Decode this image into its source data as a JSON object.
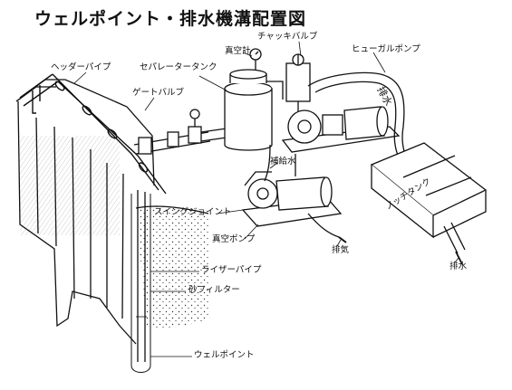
{
  "title": "ウェルポイント・排水機溝配置図",
  "labels": {
    "header_pipe": "ヘッダーパイプ",
    "gate_valve": "ゲートバルブ",
    "separator_tank": "セパレータータンク",
    "vacuum_gauge": "真空計",
    "check_valve": "チャッキバルブ",
    "hugal_pump": "ヒューガルポンプ",
    "discharge_hose": "排水",
    "makeup_water": "補給水",
    "swing_joint": "スイングジョイント",
    "vacuum_pump": "真空ポンプ",
    "exhaust": "排気",
    "notch_tank": "ノッチタンク",
    "drainage": "排水",
    "riser_pipe": "ライザーパイプ",
    "sand_filter": "砂フィルター",
    "well_point": "ウェルポイント"
  }
}
